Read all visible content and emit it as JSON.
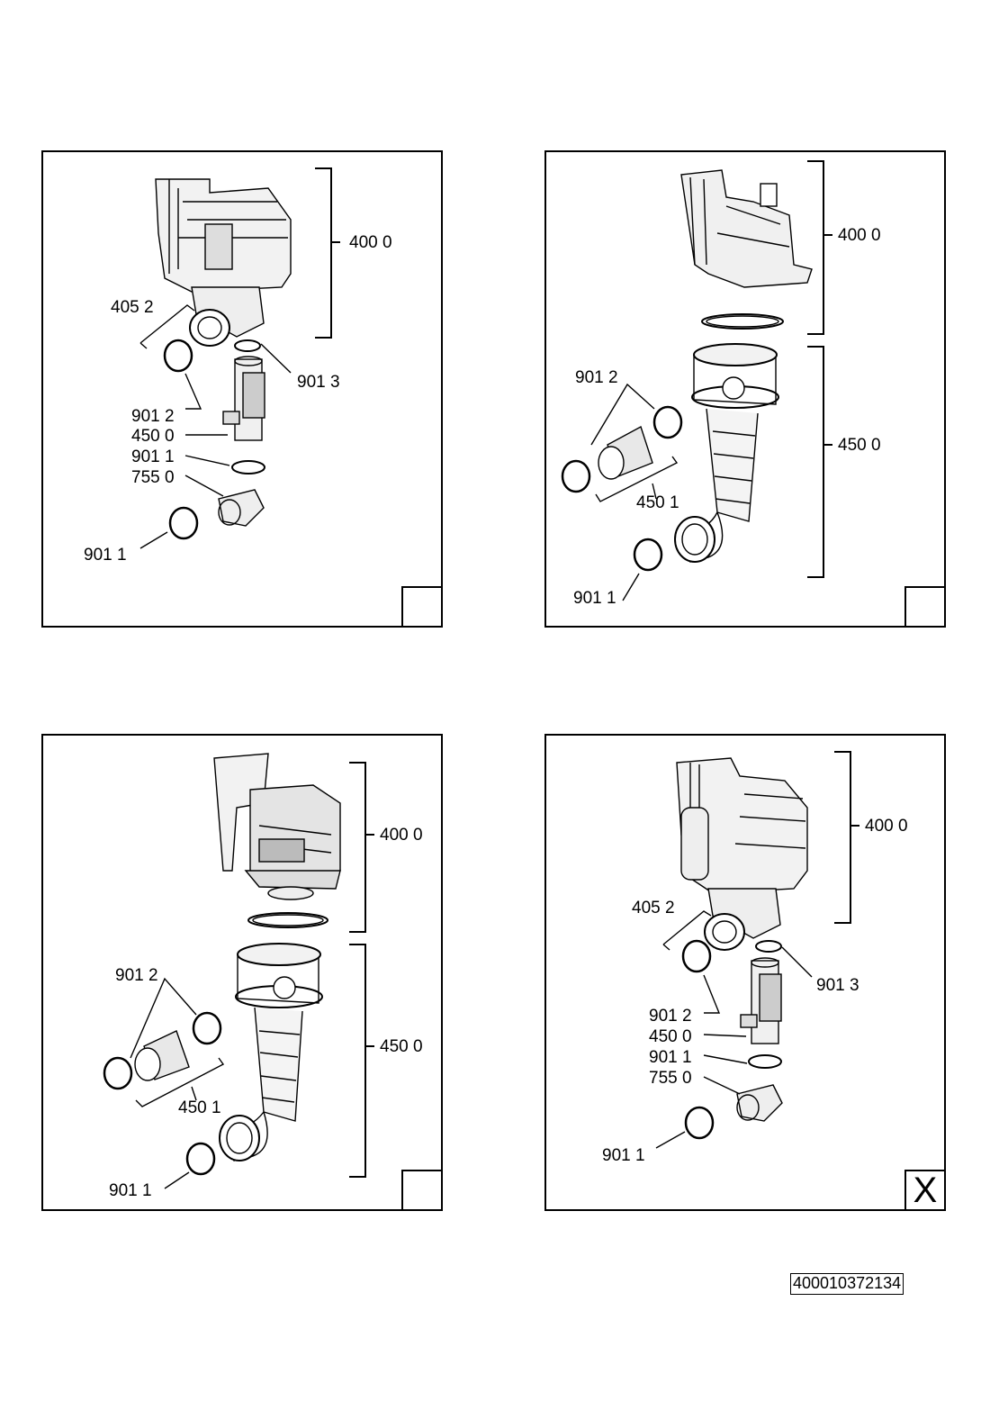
{
  "panels": [
    {
      "id": "tl",
      "selected": false,
      "mark": "",
      "labels": [
        "400 0",
        "405 2",
        "901 3",
        "901 2",
        "450 0",
        "901 1",
        "755 0",
        "901 1"
      ]
    },
    {
      "id": "tr",
      "selected": false,
      "mark": "",
      "labels": [
        "400 0",
        "901 2",
        "450 0",
        "450 1",
        "901 1"
      ]
    },
    {
      "id": "bl",
      "selected": false,
      "mark": "",
      "labels": [
        "400 0",
        "901 2",
        "450 0",
        "450 1",
        "901 1"
      ]
    },
    {
      "id": "br",
      "selected": true,
      "mark": "X",
      "labels": [
        "400 0",
        "405 2",
        "901 3",
        "901 2",
        "450 0",
        "901 1",
        "755 0",
        "901 1"
      ]
    }
  ],
  "document_number": "400010372134"
}
